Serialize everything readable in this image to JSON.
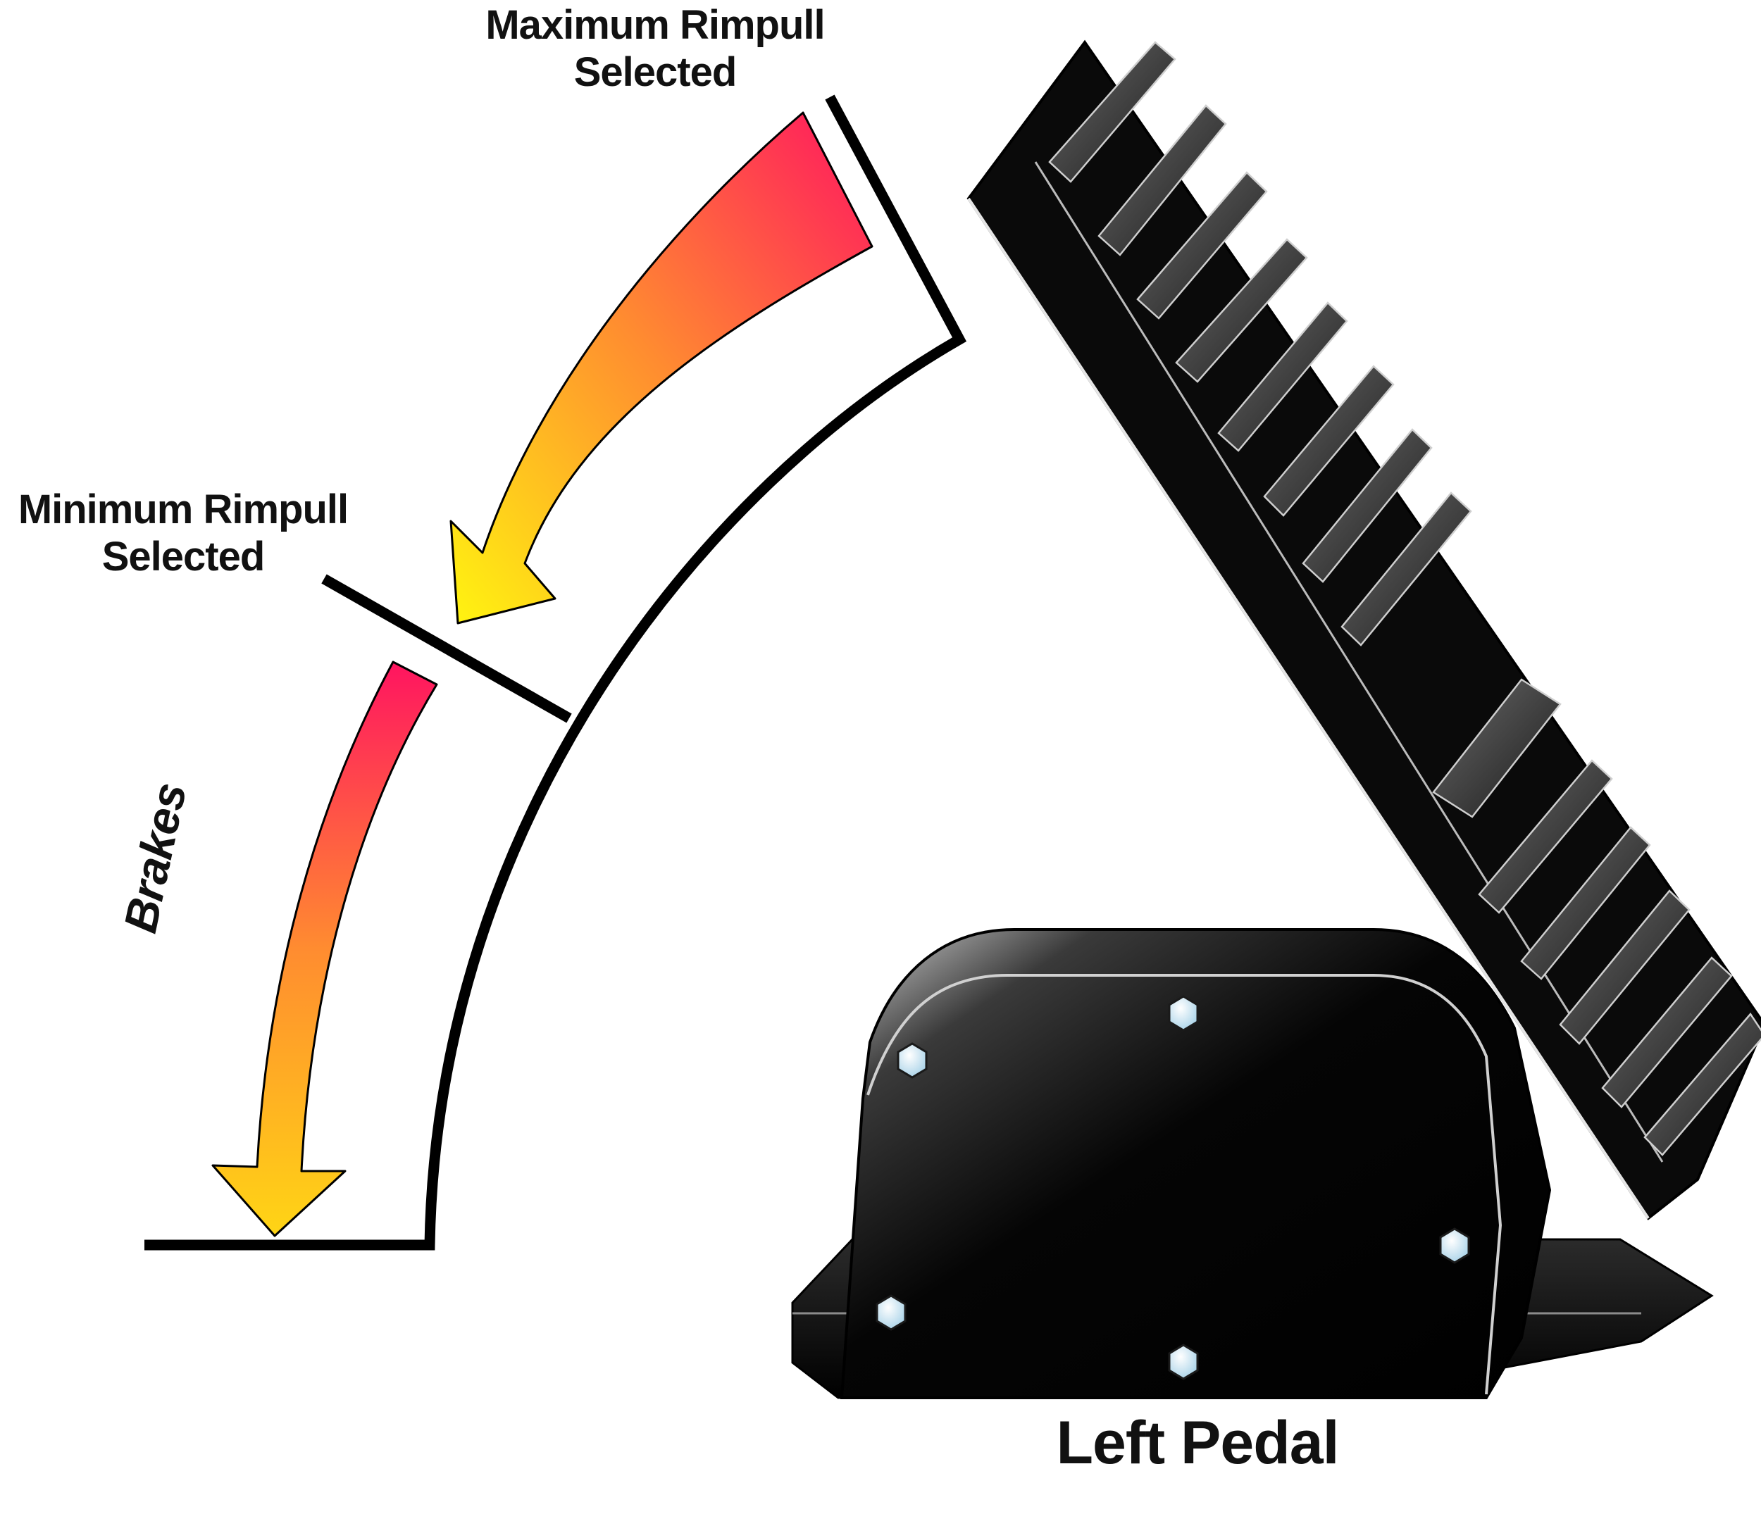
{
  "labels": {
    "max_line1": "Maximum Rimpull",
    "max_line2": "Selected",
    "min_line1": "Minimum Rimpull",
    "min_line2": "Selected",
    "brakes": "Brakes",
    "pedal": "Left Pedal"
  },
  "colors": {
    "arrow_top": "#ff1460",
    "arrow_mid": "#ff7a3a",
    "arrow_bottom": "#ffef10",
    "outline": "#000000",
    "pedal_body": "#0b0b0b",
    "bolt": "#d8eef8"
  },
  "icons": [
    "pedal-illustration",
    "bolt-icon",
    "curved-arrow-icon"
  ]
}
